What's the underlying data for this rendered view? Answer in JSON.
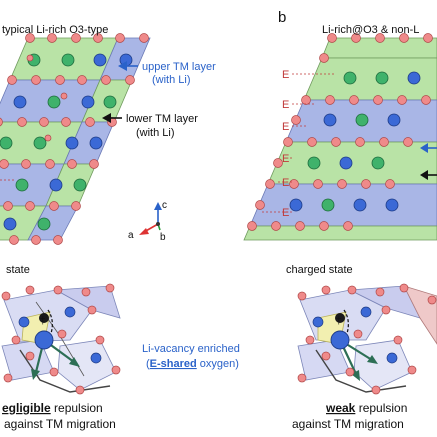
{
  "panel_b_letter": "b",
  "top_left": {
    "title": "typical Li-rich O3-type",
    "upper_label_1": "upper TM layer",
    "upper_label_2": "(with Li)",
    "lower_label_1": "lower TM layer",
    "lower_label_2": "(with Li)",
    "axis_a": "a",
    "axis_b": "b",
    "axis_c": "c"
  },
  "top_right": {
    "title": "Li-rich@O3 & non-L",
    "e_label": "E"
  },
  "bottom_left": {
    "state": "state",
    "vacancy_1": "Li-vacancy enriched",
    "vacancy_2a": "(",
    "vacancy_2b": "E-shared",
    "vacancy_2c": " oxygen)",
    "caption_1b": "egligible",
    "caption_1c": " repulsion",
    "caption_2": "against TM migration"
  },
  "bottom_right": {
    "state": "charged state",
    "caption_1a": "weak",
    "caption_1b": " repulsion",
    "caption_2": "against TM migration"
  },
  "colors": {
    "green_cell": "#b9e3a6",
    "blue_cell": "#a9b6e6",
    "oxygen": "#ef8a8a",
    "li": "#3fb26b",
    "tm": "#3b69d6",
    "arrow_blue": "#2a62c9"
  }
}
